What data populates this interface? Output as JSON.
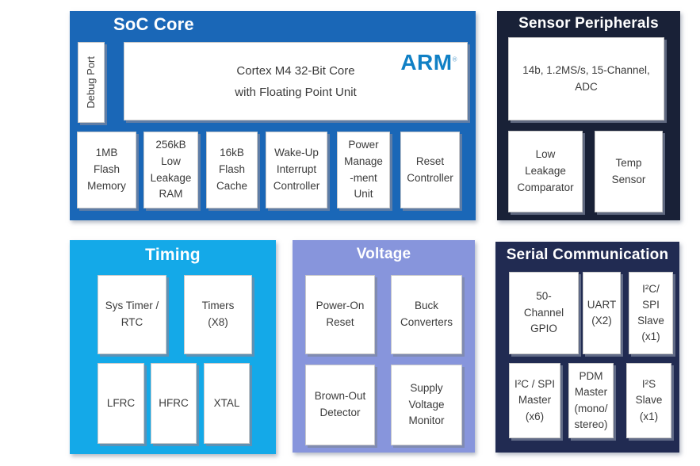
{
  "diagram": {
    "soc": {
      "title": "SoC Core",
      "debug_port": "Debug Port",
      "core_label": "Cortex M4 32-Bit Core\nwith Floating Point Unit",
      "arm_logo": "ARM",
      "arm_trademark": "®",
      "cards": [
        "1MB\nFlash\nMemory",
        "256kB\nLow\nLeakage\nRAM",
        "16kB\nFlash\nCache",
        "Wake-Up\nInterrupt\nController",
        "Power\nManage\n-ment\nUnit",
        "Reset\nController"
      ]
    },
    "sensor": {
      "title": "Sensor Peripherals",
      "adc": "14b, 1.2MS/s, 15-Channel,\nADC",
      "cards": [
        "Low\nLeakage\nComparator",
        "Temp\nSensor"
      ]
    },
    "timing": {
      "title": "Timing",
      "row1": [
        "Sys Timer /\nRTC",
        "Timers\n(X8)"
      ],
      "row2": [
        "LFRC",
        "HFRC",
        "XTAL"
      ]
    },
    "voltage": {
      "title": "Voltage",
      "cards": [
        "Power-On\nReset",
        "Buck\nConverters",
        "Brown-Out\nDetector",
        "Supply\nVoltage\nMonitor"
      ]
    },
    "serial": {
      "title": "Serial Communication",
      "row1": [
        "50-\nChannel\nGPIO",
        "UART\n(X2)",
        "I²C/\nSPI\nSlave\n(x1)"
      ],
      "row2": [
        "I²C / SPI\nMaster\n(x6)",
        "PDM\nMaster\n(mono/\nstereo)",
        "I²S\nSlave\n(x1)"
      ]
    },
    "colors": {
      "soc_bg": "#1a67b7",
      "sensor_bg": "#192137",
      "timing_bg": "#14a9e8",
      "voltage_bg": "#8795dc",
      "serial_bg": "#212b52",
      "arm_blue": "#1080c5",
      "card_bg": "#ffffff",
      "card_text": "#3b3b3b",
      "title_text": "#ffffff"
    }
  }
}
